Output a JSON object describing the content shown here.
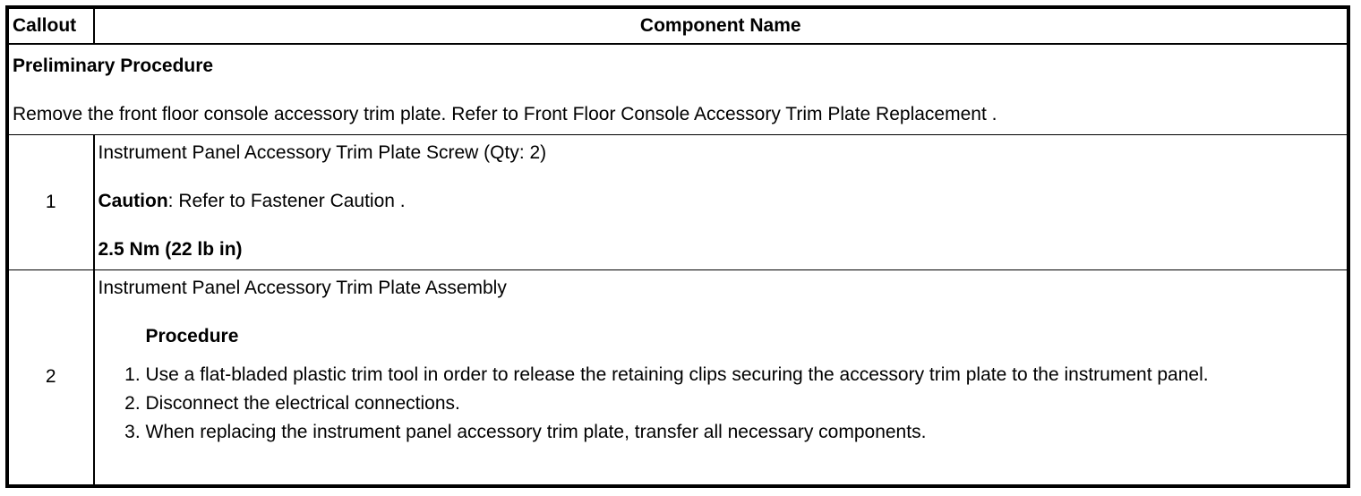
{
  "table": {
    "headers": {
      "callout": "Callout",
      "component": "Component Name"
    },
    "preliminary": {
      "heading": "Preliminary Procedure",
      "text": "Remove the front floor console accessory trim plate. Refer to Front Floor Console Accessory Trim Plate Replacement ."
    },
    "rows": [
      {
        "callout": "1",
        "name": "Instrument Panel Accessory Trim Plate Screw (Qty: 2)",
        "caution_label": "Caution",
        "caution_text": ": Refer to Fastener Caution .",
        "torque": "2.5 Nm (22 lb in)"
      },
      {
        "callout": "2",
        "name": "Instrument Panel Accessory Trim Plate Assembly",
        "procedure_heading": "Procedure",
        "steps": [
          "Use a flat-bladed plastic trim tool in order to release the retaining clips securing the accessory trim plate to the instrument panel.",
          "Disconnect the electrical connections.",
          "When replacing the instrument panel accessory trim plate, transfer all necessary components."
        ]
      }
    ]
  }
}
